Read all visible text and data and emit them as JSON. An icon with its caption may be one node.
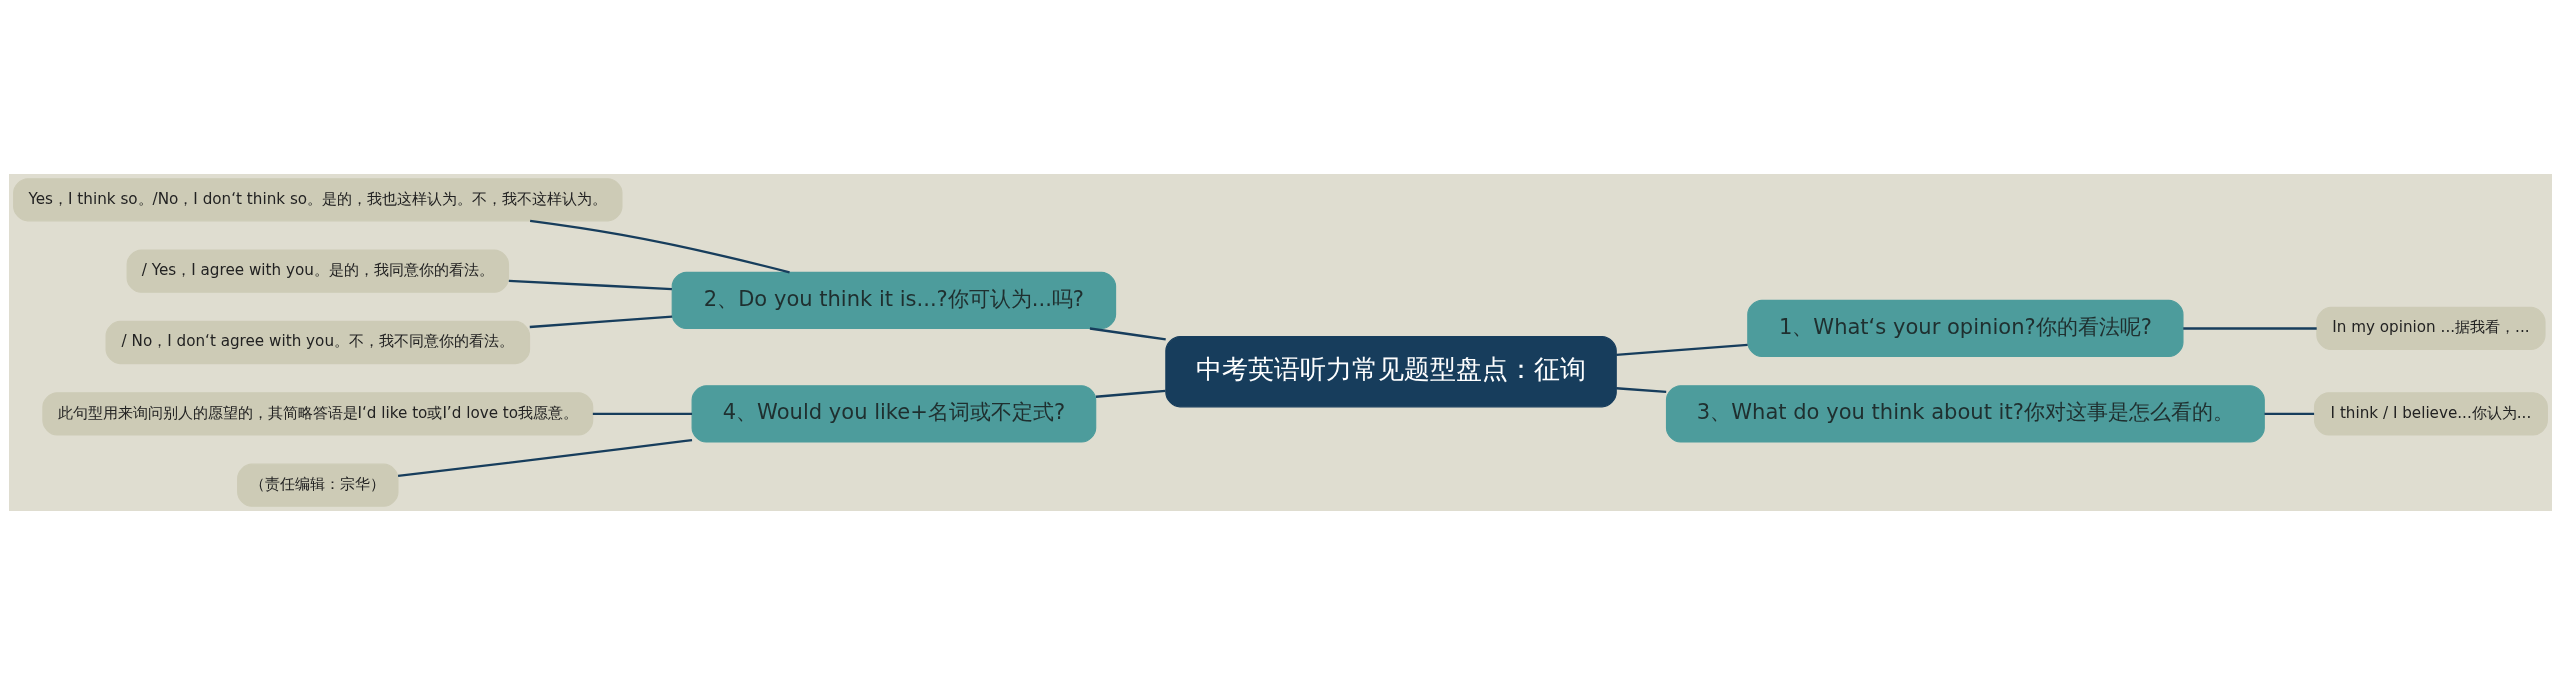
{
  "diagram": {
    "nodes": [
      {
        "text": [
          "中考英语听力常见题型盘点：征询"
        ]
      },
      {
        "text": [
          "1、What‘s your opinion?你的看法呢?"
        ]
      },
      {
        "text": [
          "In my opinion ...据我看，..."
        ]
      },
      {
        "text": [
          "2、Do you think it is...?你可认为...吗?"
        ]
      },
      {
        "text": [
          "Yes，I think so。/No，I don‘t think so。是的，我也这样认为。不，我不这样认为。"
        ]
      },
      {
        "text": [
          "/ Yes，I agree with you。是的，我同意你的看法。"
        ]
      },
      {
        "text": [
          "/ No，I don‘t agree with you。不，我不同意你的看法。"
        ]
      },
      {
        "text": [
          "3、What do you think about it?你对这事是怎么看的。"
        ]
      },
      {
        "text": [
          "I think / I believe...你认为..."
        ]
      },
      {
        "text": [
          "4、Would you like+名词或不定式?"
        ]
      },
      {
        "text": [
          "此句型用来询问别人的愿望的，其简略答语是I‘d like to或I’d love to我愿意。"
        ]
      },
      {
        "text": [
          "（责任编辑：宗华）"
        ]
      }
    ],
    "edges": [
      {
        "from": 0,
        "to": 1,
        "arrow": "none"
      },
      {
        "from": 1,
        "to": 2,
        "arrow": "none"
      },
      {
        "from": 0,
        "to": 3,
        "arrow": "none"
      },
      {
        "from": 3,
        "to": 4,
        "arrow": "none"
      },
      {
        "from": 3,
        "to": 5,
        "arrow": "none"
      },
      {
        "from": 3,
        "to": 6,
        "arrow": "none"
      },
      {
        "from": 0,
        "to": 7,
        "arrow": "none"
      },
      {
        "from": 7,
        "to": 8,
        "arrow": "none"
      },
      {
        "from": 0,
        "to": 9,
        "arrow": "none"
      },
      {
        "from": 9,
        "to": 10,
        "arrow": "none"
      },
      {
        "from": 9,
        "to": 11,
        "arrow": "none"
      }
    ]
  }
}
